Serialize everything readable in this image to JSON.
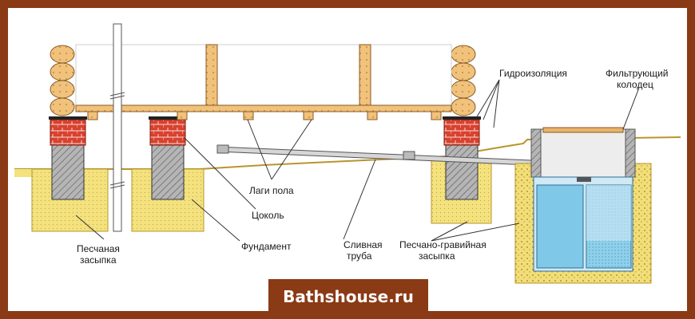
{
  "labels": {
    "waterproofing": "Гидроизоляция",
    "filter_well": [
      "Фильтрующий",
      "колодец"
    ],
    "floor_joists": "Лаги пола",
    "plinth": "Цоколь",
    "foundation": "Фундамент",
    "drain_pipe": [
      "Сливная",
      "труба"
    ],
    "sand_backfill": [
      "Песчаная",
      "засыпка"
    ],
    "sand_gravel_backfill": [
      "Песчано-гравийная",
      "засыпка"
    ]
  },
  "brand": "Bathshouse.ru",
  "colors": {
    "frame": "#8B3A16",
    "sand": "#F2E07A",
    "brick": "#D63A2A",
    "concrete": "#9E9E9E",
    "water": "#7FC8E8",
    "wood": "#E8B46A"
  }
}
